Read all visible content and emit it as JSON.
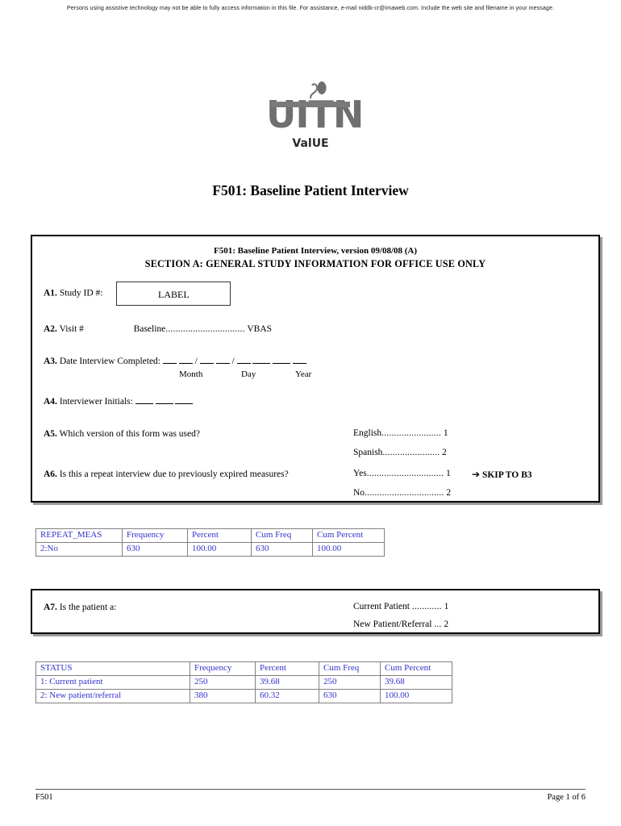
{
  "accessibility_notice": "Persons using assistive technology may not be able to fully access information in this file. For assistance, e-mail niddk-cr@imaweb.com. Include the web site and filename in your message.",
  "logo": {
    "letters": "UITN",
    "subtitle": "ValUE"
  },
  "page_title": "F501: Baseline Patient Interview",
  "watermark_text": "ValUE",
  "section_a": {
    "header_line1": "F501: Baseline Patient Interview, version 09/08/08 (A)",
    "header_line2": "SECTION A: GENERAL STUDY INFORMATION FOR OFFICE USE ONLY",
    "a1": {
      "number": "A1.",
      "label": "Study  ID #:",
      "field_value": "LABEL"
    },
    "a2": {
      "number": "A2.",
      "label": "Visit #",
      "option_label": "Baseline",
      "dots": "................................",
      "code": "VBAS"
    },
    "a3": {
      "number": "A3.",
      "label": "Date Interview Completed:",
      "month_label": "Month",
      "day_label": "Day",
      "year_label": "Year",
      "separator": "/"
    },
    "a4": {
      "number": "A4.",
      "label": "Interviewer Initials:"
    },
    "a5": {
      "number": "A5.",
      "question": "Which version of this form was used?",
      "options": [
        {
          "text": "English",
          "dots": "........................",
          "code": "1"
        },
        {
          "text": "Spanish",
          "dots": ".......................",
          "code": "2"
        }
      ]
    },
    "a6": {
      "number": "A6.",
      "question": "Is this a repeat interview due to previously expired measures?",
      "options": [
        {
          "text": "Yes",
          "dots": "...............................",
          "code": "1",
          "skip": "SKIP TO B3"
        },
        {
          "text": "No",
          "dots": "................................",
          "code": "2",
          "skip": ""
        }
      ],
      "skip_arrow": "➔"
    }
  },
  "a7_box": {
    "number": "A7.",
    "question": "Is the patient a:",
    "options": [
      {
        "text": "Current Patient",
        "dots": "............",
        "code": "1"
      },
      {
        "text": "New Patient/Referral",
        "dots": "...",
        "code": "2"
      }
    ]
  },
  "tables": [
    {
      "id": "repeat_meas",
      "columns": [
        "REPEAT_MEAS",
        "Frequency",
        "Percent",
        "Cum Freq",
        "Cum Percent"
      ],
      "rows": [
        [
          "2:No",
          "630",
          "100.00",
          "630",
          "100.00"
        ]
      ]
    },
    {
      "id": "status",
      "columns": [
        "STATUS",
        "Frequency",
        "Percent",
        "Cum Freq",
        "Cum Percent"
      ],
      "rows": [
        [
          "1: Current patient",
          "250",
          "39.68",
          "250",
          "39.68"
        ],
        [
          "2: New patient/referral",
          "380",
          "60.32",
          "630",
          "100.00"
        ]
      ]
    }
  ],
  "footer": {
    "left": "F501",
    "right": "Page 1 of 6"
  },
  "colors": {
    "table_text": "#3333cc",
    "table_border": "#808080",
    "box_border": "#000000",
    "box_shadow": "#9a9a9a",
    "logo_gray": "#6f6f6f",
    "watermark": "#cfcfcf"
  }
}
